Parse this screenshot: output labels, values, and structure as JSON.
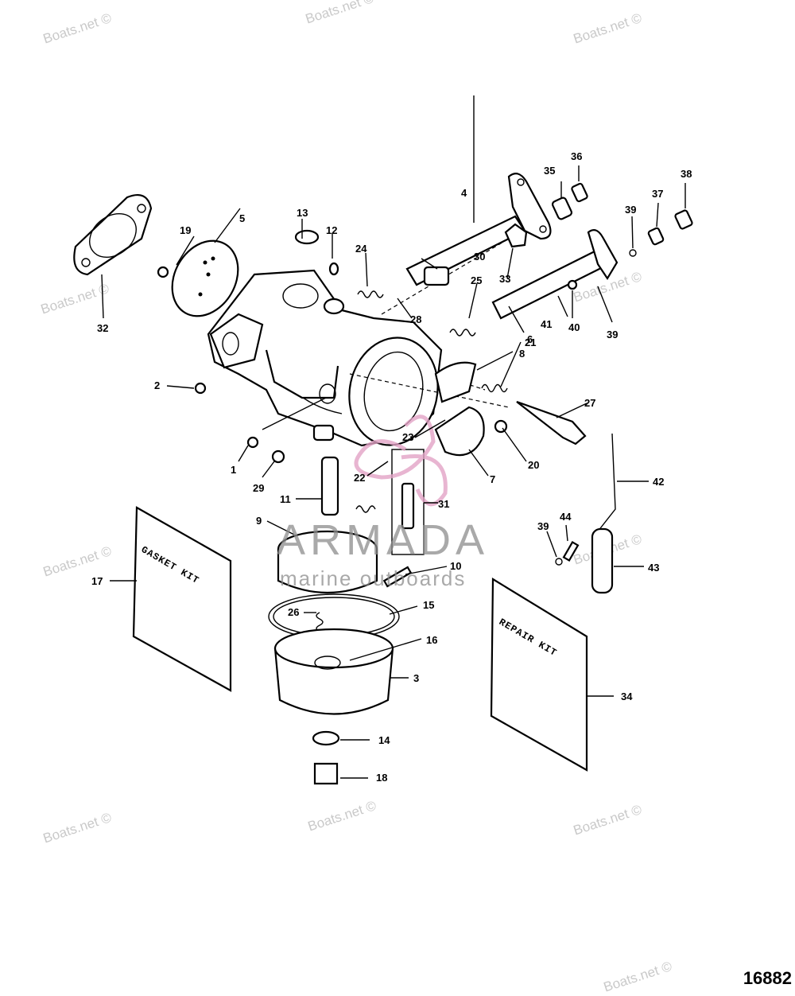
{
  "watermarks": [
    "Boats.net ©",
    "Boats.net ©",
    "Boats.net ©",
    "Boats.net ©",
    "Boats.net ©",
    "Boats.net ©",
    "Boats.net ©",
    "Boats.net ©",
    "Boats.net ©",
    "Boats.net ©",
    "Boats.net ©"
  ],
  "brand_overlay": {
    "name": "ARMADA",
    "tagline": "marine outboards",
    "accent_color": "#e3a3c6"
  },
  "kits": {
    "gasket_kit_label": "GASKET KIT",
    "repair_kit_label": "REPAIR KIT"
  },
  "figure_number": "16882",
  "callouts": [
    "1",
    "2",
    "3",
    "4",
    "5",
    "6",
    "7",
    "8",
    "9",
    "10",
    "11",
    "12",
    "13",
    "14",
    "15",
    "16",
    "17",
    "18",
    "19",
    "20",
    "21",
    "22",
    "23",
    "24",
    "25",
    "26",
    "27",
    "28",
    "29",
    "30",
    "31",
    "32",
    "33",
    "34",
    "35",
    "36",
    "37",
    "38",
    "39",
    "39",
    "39",
    "40",
    "41",
    "42",
    "43",
    "44"
  ]
}
